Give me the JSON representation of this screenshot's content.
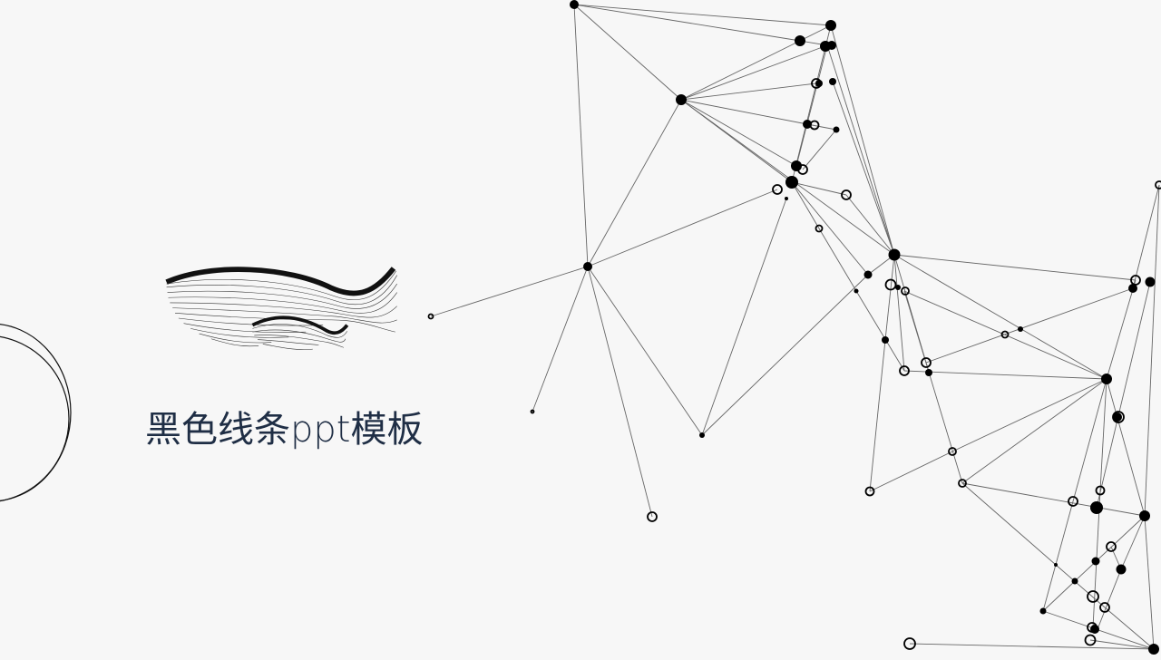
{
  "slide": {
    "title": "黑色线条ppt模板",
    "background_color": "#f7f7f7",
    "title_color": "#1f2e45",
    "line_color": "#555555",
    "node_color": "#000000"
  },
  "decorations": {
    "left_arc": "double-circle-outline",
    "illustration": "line-art-whales",
    "network": "node-link-graph"
  }
}
